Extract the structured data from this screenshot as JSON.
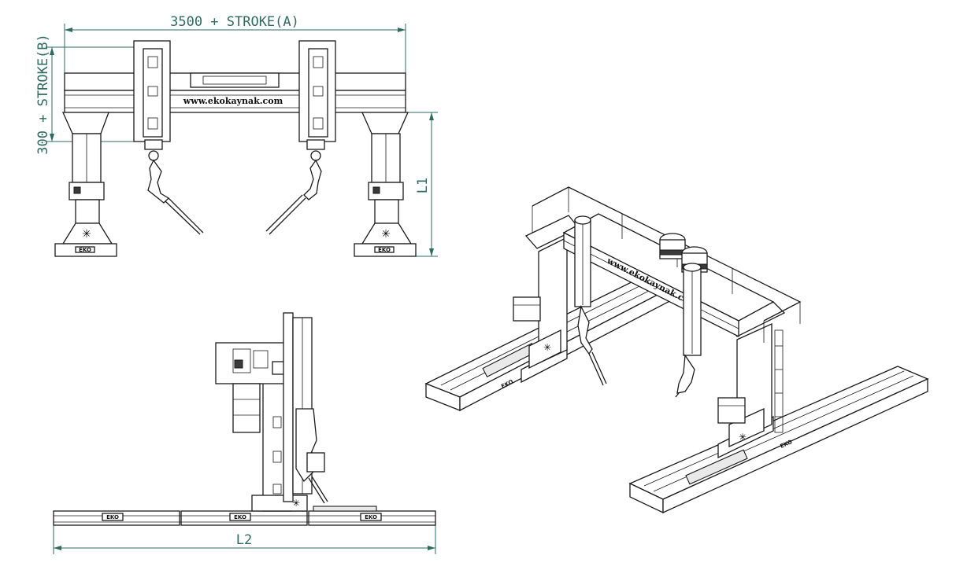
{
  "dimensions": {
    "width_label": "3500 + STROKE(A)",
    "height_label": "300 + STROKE(B)",
    "l1_label": "L1",
    "l2_label": "L2"
  },
  "branding": {
    "website": "www.ekokaynak.com",
    "logo": "EKO"
  },
  "colors": {
    "dimension": "#2f6b60",
    "line": "#1b1b1b"
  }
}
